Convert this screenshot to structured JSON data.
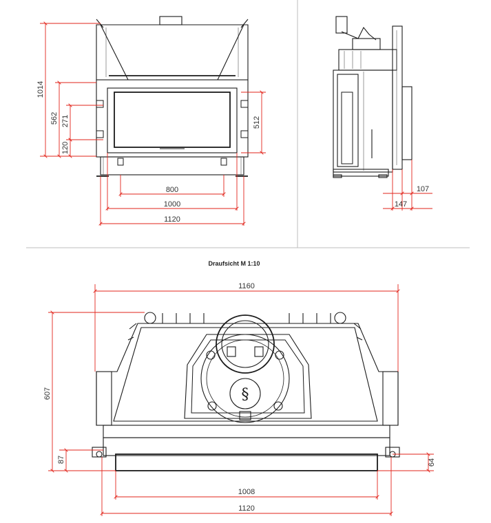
{
  "figure": {
    "top_view_title": "Draufsicht M 1:10"
  },
  "front_view": {
    "dims": {
      "height_total": "1014",
      "height_door": "562",
      "glass_height": "271",
      "base_height": "120",
      "door_opening": "512",
      "width_inner": "800",
      "width_door": "1000",
      "width_total": "1120"
    }
  },
  "side_view": {
    "dims": {
      "depth_front": "107",
      "depth_door": "147"
    }
  },
  "top_view": {
    "dims": {
      "width_overall": "1160",
      "depth_total": "607",
      "front_depth": "87",
      "front_offset": "64",
      "glass_width": "1008",
      "frame_width": "1120"
    }
  },
  "colors": {
    "dimension_line": "#e2231a",
    "drawing_line": "#1a1a1a",
    "separator": "#bdbdbd"
  }
}
